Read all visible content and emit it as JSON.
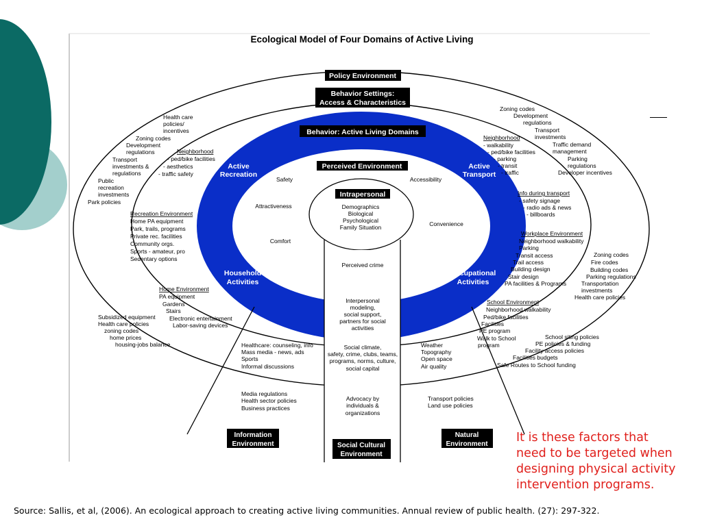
{
  "slide": {
    "note_lines": [
      "It is these factors that",
      "need to be targeted when",
      "designing physical activity",
      "intervention programs."
    ],
    "source": "Source: Sallis, et al, (2006). An ecological approach to creating active living communities. Annual review of public health. (27): 297-322.",
    "colors": {
      "teal_dark": "#0b6a64",
      "teal_light": "#a3cfcc",
      "ring_blue": "#0a2ec8",
      "note_red": "#e0201c"
    }
  },
  "diagram": {
    "title": "Ecological Model of Four Domains of Active Living",
    "labels": {
      "policy": "Policy Environment",
      "behavior_settings": [
        "Behavior Settings:",
        "Access & Characteristics"
      ],
      "behavior": "Behavior: Active Living Domains",
      "perceived": "Perceived Environment",
      "intrapersonal": "Intrapersonal",
      "information_env": [
        "Information",
        "Environment"
      ],
      "social_cultural_env": [
        "Social Cultural",
        "Environment"
      ],
      "natural_env": [
        "Natural",
        "Environment"
      ]
    },
    "domains": {
      "recreation": [
        "Active",
        "Recreation"
      ],
      "transport": [
        "Active",
        "Transport"
      ],
      "household": [
        "Household",
        "Activities"
      ],
      "occupational": [
        "Occupational",
        "Activities"
      ]
    },
    "perceived_items": {
      "safety": "Safety",
      "accessibility": "Accessibility",
      "attractiveness": "Attractiveness",
      "convenience": "Convenience",
      "comfort": "Comfort",
      "crime": "Perceived crime"
    },
    "intrapersonal_items": [
      "Demographics",
      "Biological",
      "Psychological",
      "Family Situation"
    ],
    "text_blocks": {
      "policy_upper_left": [
        "Health care",
        "policies/",
        "incentives",
        "Zoning codes",
        "Development",
        "regulations",
        "Transport",
        "investments &",
        "regulations",
        "Public",
        "recreation",
        "investments",
        "Park policies"
      ],
      "neighborhood_left": [
        "Neighborhood",
        "- ped/bike facilities",
        "- aesthetics",
        "- traffic safety"
      ],
      "recreation_env": [
        "Recreation Environment",
        "Home PA equipment",
        "Park, trails, programs",
        "Private rec. facilities",
        "Community orgs.",
        "Sports - amateur, pro",
        "Sedentary options"
      ],
      "home_env": [
        "Home Environment",
        "PA equipment",
        "Gardens",
        "Stairs",
        "Electronic entertainment",
        "Labor-saving devices"
      ],
      "policy_lower_left": [
        "Subsidized equipment",
        "Health care policies",
        "zoning codes",
        "home prices",
        "housing-jobs balance"
      ],
      "policy_upper_right": [
        "Zoning codes",
        "Development",
        "regulations",
        "Transport",
        "investments",
        "Traffic demand",
        "management",
        "Parking",
        "regulations",
        "Developer incentives"
      ],
      "neighborhood_right": [
        "Neighborhood",
        "- walkability",
        "- ped/bike facilities",
        "- parking",
        "- transit",
        "- traffic"
      ],
      "info_transport": [
        "Info during transport",
        "- safety signage",
        "- radio ads & news",
        "- billboards"
      ],
      "workplace_env": [
        "Workplace Environment",
        "Neighborhood walkability",
        "Parking",
        "Transit access",
        "Trail access",
        "Building design",
        "Stair design",
        "PA facilities & Programs"
      ],
      "policy_mid_right": [
        "Zoning codes",
        "Fire codes",
        "Building codes",
        "Parking regulations",
        "Transportation",
        "investments",
        "Health care policies"
      ],
      "school_env": [
        "School Environment",
        "Neighborhood walkability",
        "Ped/bike facilities",
        "Facilities",
        "PE program",
        "Walk to School",
        "program"
      ],
      "policy_lower_right": [
        "School siting policies",
        "PE policies & funding",
        "Facility access policies",
        "Facilities budgets",
        "Safe Routes to School funding"
      ],
      "interpersonal": [
        "Interpersonal",
        "modeling,",
        "social support,",
        "partners for social",
        "activities"
      ],
      "healthcare_info": [
        "Healthcare: counseling, info",
        "Mass media - news, ads",
        "Sports",
        "Informal discussions"
      ],
      "social_climate": [
        "Social climate,",
        "safety, crime, clubs, teams,",
        "programs, norms, culture,",
        "social capital"
      ],
      "natural_items": [
        "Weather",
        "Topography",
        "Open space",
        "Air quality"
      ],
      "media_regs": [
        "Media regulations",
        "Health sector policies",
        "Business practices"
      ],
      "advocacy": [
        "Advocacy by",
        "individuals &",
        "organizations"
      ],
      "transport_policies": [
        "Transport policies",
        "Land use policies"
      ]
    }
  }
}
